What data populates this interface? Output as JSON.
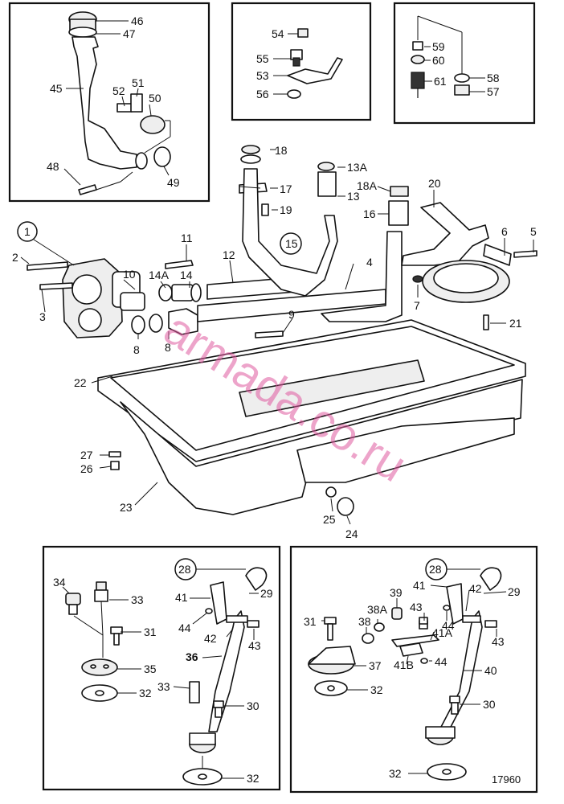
{
  "drawing_number": "17960",
  "watermark": "armada.co.ru",
  "groups": {
    "filler_pipe": [
      "46",
      "47",
      "45",
      "52",
      "51",
      "50",
      "48",
      "49"
    ],
    "bracket_small": [
      "54",
      "55",
      "53",
      "56"
    ],
    "sender": [
      "59",
      "60",
      "61",
      "58",
      "57"
    ],
    "main": [
      "1",
      "2",
      "3",
      "10",
      "14A",
      "14",
      "11",
      "12",
      "15",
      "4",
      "13A",
      "13",
      "18",
      "17",
      "19",
      "18A",
      "16",
      "20",
      "6",
      "5",
      "7",
      "21",
      "9",
      "8",
      "22",
      "27",
      "26",
      "23",
      "25",
      "24"
    ],
    "dipstick_left": [
      "28",
      "29",
      "41",
      "42",
      "43",
      "44",
      "36",
      "34",
      "33",
      "31",
      "35",
      "32",
      "30"
    ],
    "dipstick_right": [
      "28",
      "29",
      "41",
      "42",
      "43",
      "44",
      "39",
      "38A",
      "38",
      "31",
      "41A",
      "41B",
      "37",
      "32",
      "40",
      "30"
    ]
  }
}
